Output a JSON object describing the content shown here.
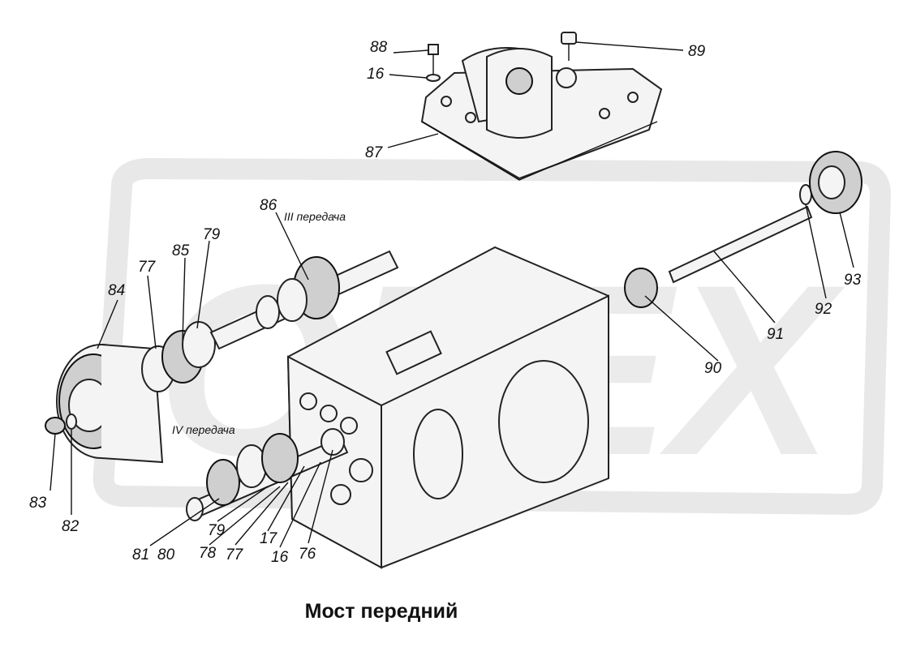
{
  "caption": "Мост передний",
  "watermark_text": "OPEX",
  "gear_labels": {
    "third": "III передача",
    "fourth": "IV передача"
  },
  "callouts": [
    "88",
    "89",
    "16",
    "87",
    "86",
    "85",
    "79",
    "77",
    "84",
    "83",
    "82",
    "81",
    "80",
    "79",
    "78",
    "77",
    "17",
    "16",
    "76",
    "90",
    "91",
    "92",
    "93"
  ],
  "colors": {
    "line": "#111111",
    "watermark": "#cccccc",
    "background": "#ffffff"
  }
}
